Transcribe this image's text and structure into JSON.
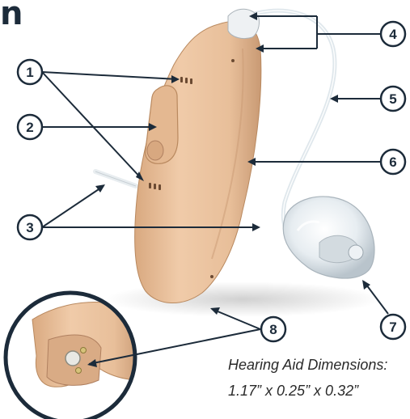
{
  "title_fragment": "n",
  "callouts": [
    "1",
    "2",
    "3",
    "4",
    "5",
    "6",
    "7",
    "8"
  ],
  "dimensions": {
    "label": "Hearing Aid Dimensions:",
    "value": "1.17” x 0.25” x 0.32”"
  },
  "colors": {
    "body": "#e9c29f",
    "body_shadow": "#c99a74",
    "tube": "#e6eef3",
    "callout": "#1c2b3a",
    "inset_ring": "#1c2b3a"
  }
}
